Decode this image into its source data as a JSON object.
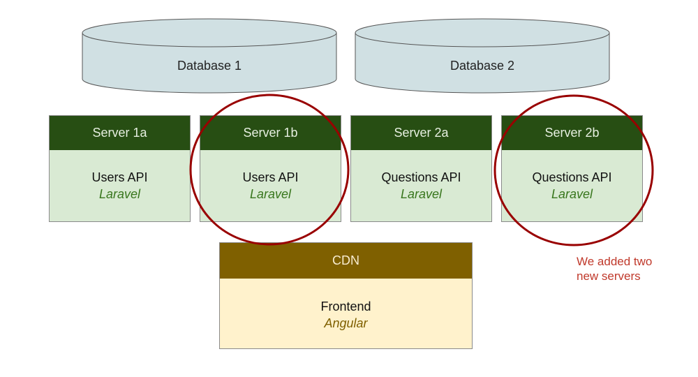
{
  "databases": [
    {
      "label": "Database 1"
    },
    {
      "label": "Database 2"
    }
  ],
  "servers": [
    {
      "header": "Server 1a",
      "api": "Users API",
      "tech": "Laravel"
    },
    {
      "header": "Server 1b",
      "api": "Users API",
      "tech": "Laravel"
    },
    {
      "header": "Server 2a",
      "api": "Questions API",
      "tech": "Laravel"
    },
    {
      "header": "Server 2b",
      "api": "Questions API",
      "tech": "Laravel"
    }
  ],
  "cdn": {
    "header": "CDN",
    "app": "Frontend",
    "tech": "Angular"
  },
  "annotation": {
    "line1": "We added two",
    "line2": "new servers"
  },
  "colors": {
    "server_header": "#274e13",
    "server_body": "#d9ead3",
    "cdn_header": "#7f6000",
    "cdn_body": "#fff2cc",
    "database_fill": "#d0e0e3",
    "highlight": "#990000"
  }
}
